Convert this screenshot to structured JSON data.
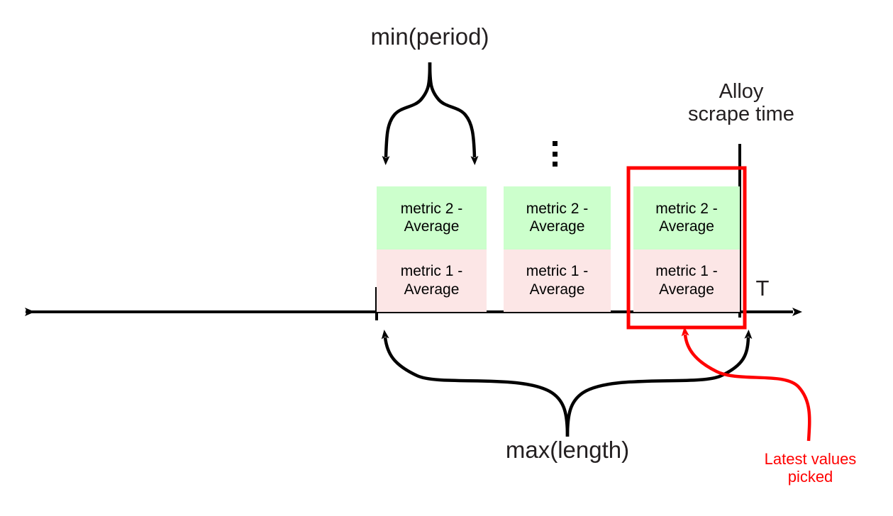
{
  "diagram": {
    "title_labels": {
      "min_period": "min(period)",
      "max_length": "max(length)",
      "alloy_scrape_time_line1": "Alloy",
      "alloy_scrape_time_line2": "scrape time",
      "latest_values_line1": "Latest values",
      "latest_values_line2": "picked",
      "axis_label": "T"
    },
    "metric_boxes": [
      {
        "id": "box-1",
        "top_segment": "metric 2 -\nAverage",
        "bottom_segment": "metric 1 -\nAverage",
        "top_color": "#ccffcc",
        "bottom_color": "#fce6e6",
        "highlighted": false
      },
      {
        "id": "box-2",
        "top_segment": "metric 2 -\nAverage",
        "bottom_segment": "metric 1 -\nAverage",
        "top_color": "#ccffcc",
        "bottom_color": "#fce6e6",
        "highlighted": false
      },
      {
        "id": "box-3",
        "top_segment": "metric 2 -\nAverage",
        "bottom_segment": "metric 1 -\nAverage",
        "top_color": "#ccffcc",
        "bottom_color": "#fce6e6",
        "highlighted": true
      }
    ],
    "ellipsis": "⋮",
    "colors": {
      "line": "#000000",
      "text": "#231f20",
      "highlight": "#ff0000",
      "metric2_green": "#ccffcc",
      "metric1_pink": "#fce6e6"
    }
  }
}
